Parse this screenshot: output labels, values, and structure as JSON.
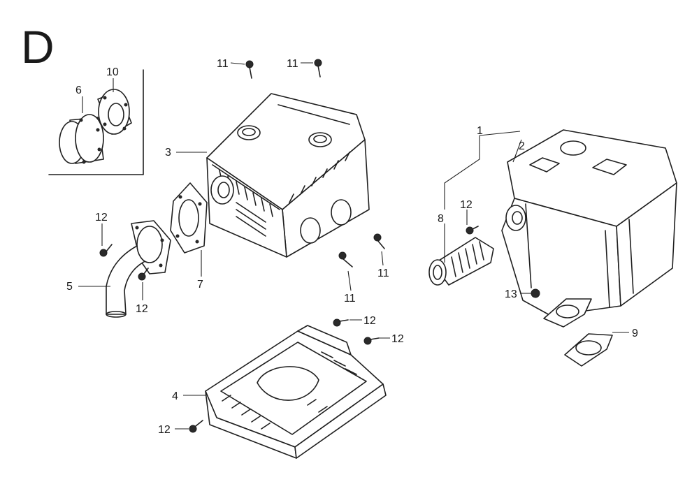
{
  "diagram": {
    "section_letter": "D",
    "labels": {
      "p1": "1",
      "p2": "2",
      "p3": "3",
      "p4": "4",
      "p5": "5",
      "p6": "6",
      "p7": "7",
      "p8": "8",
      "p9": "9",
      "p10": "10",
      "p11a": "11",
      "p11b": "11",
      "p11c": "11",
      "p11d": "11",
      "p12a": "12",
      "p12b": "12",
      "p12c": "12",
      "p12d": "12",
      "p12e": "12",
      "p12f": "12",
      "p13": "13"
    }
  }
}
